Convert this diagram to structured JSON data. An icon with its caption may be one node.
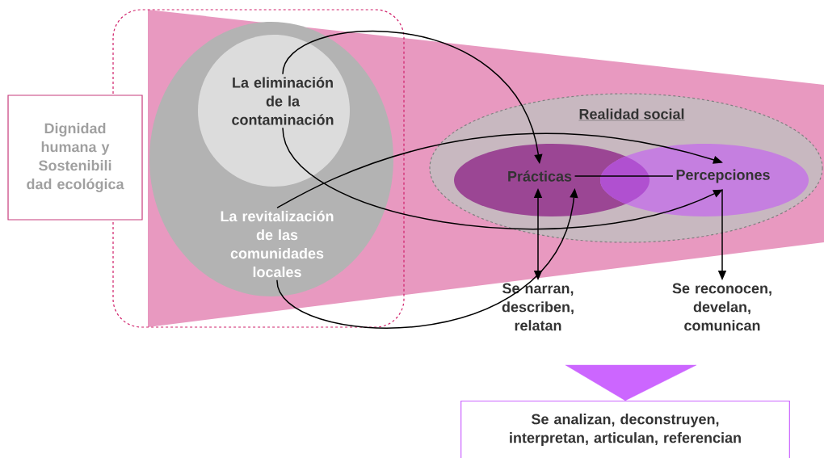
{
  "diagram": {
    "nodes": [
      {
        "text": [
          "Dignidad humana y Sostenibili dad ecológica"
        ]
      },
      {
        "text": [],
        "shape": "circle"
      },
      {
        "text": [
          "La eliminación de la contaminación"
        ],
        "in": 1
      },
      {
        "text": [
          "La revitalización de las comunidades locales"
        ],
        "in": 1
      },
      {
        "text": [
          "Realidad social"
        ]
      },
      {
        "text": [
          "Prácticas"
        ],
        "in": 4
      },
      {
        "text": [
          "Percepciones"
        ],
        "in": 4
      },
      {
        "text": [
          "Se narran, describen, relatan"
        ]
      },
      {
        "text": [
          "Se reconocen, develan, comunican"
        ]
      },
      {
        "text": [
          "Se analizan, deconstruyen, interpretan, articulan, referencian"
        ]
      }
    ],
    "edges": [
      {
        "from": 2,
        "to": 5,
        "arrow": "to"
      },
      {
        "from": 3,
        "to": 6,
        "arrow": "to"
      },
      {
        "from": 2,
        "to": 6,
        "arrow": "to"
      },
      {
        "from": 3,
        "to": 5,
        "arrow": "to"
      },
      {
        "from": 5,
        "to": 7,
        "arrow": "both"
      },
      {
        "from": 5,
        "to": 6,
        "arrow": "none"
      },
      {
        "from": 6,
        "to": 8,
        "arrow": "to"
      },
      {
        "from": null,
        "to": 9,
        "arrow": "to",
        "color": "#cc66ff"
      }
    ]
  }
}
